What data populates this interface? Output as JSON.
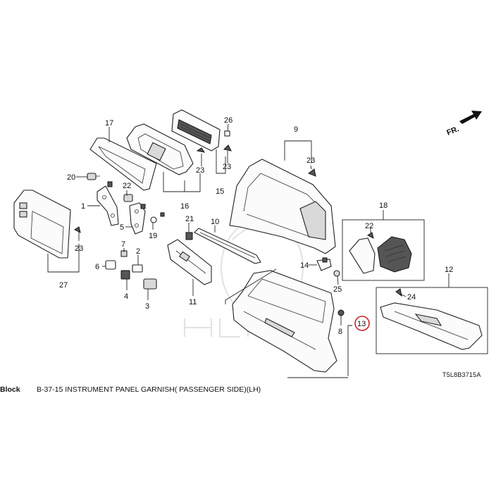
{
  "block_label": "Block",
  "caption": "B-37-15 INSTRUMENT PANEL GARNISH( PASSENGER SIDE)(LH)",
  "drawing_code": "T5L8B3715A",
  "front_indicator": "FR.",
  "highlighted_part": "13",
  "callouts": {
    "p1": "1",
    "p2": "2",
    "p3": "3",
    "p4": "4",
    "p5": "5",
    "p6": "6",
    "p7": "7",
    "p8": "8",
    "p9": "9",
    "p10": "10",
    "p11": "11",
    "p12": "12",
    "p13": "13",
    "p14": "14",
    "p15": "15",
    "p16": "16",
    "p17": "17",
    "p18": "18",
    "p19": "19",
    "p20": "20",
    "p21": "21",
    "p22": "22",
    "p23a": "23",
    "p23b": "23",
    "p23c": "23",
    "p23d": "23",
    "p24": "24",
    "p25": "25",
    "p26": "26",
    "p27": "27"
  },
  "colors": {
    "line": "#222222",
    "highlight_ring": "#cc2222",
    "watermark": "#e2e2e2"
  }
}
